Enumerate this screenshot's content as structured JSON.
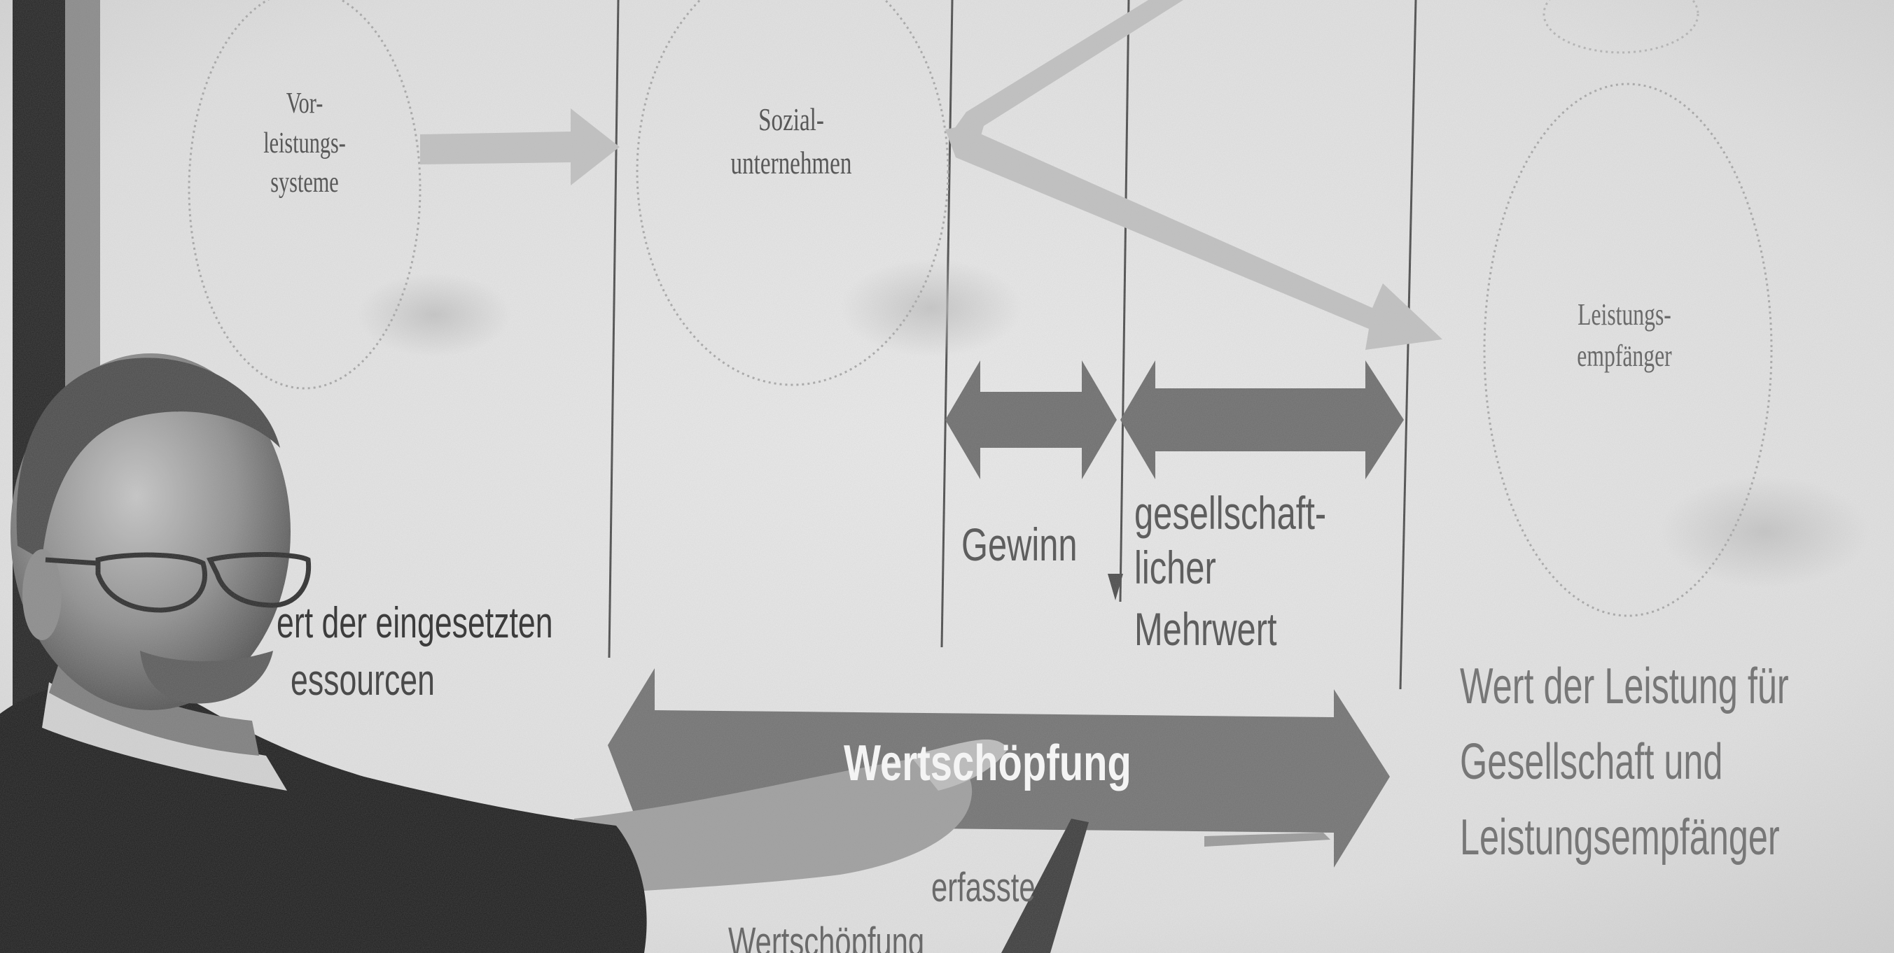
{
  "diagram": {
    "nodes": {
      "vorleistungs": [
        "Vor-",
        "leistungs-",
        "systeme"
      ],
      "sozial": [
        "Sozial-",
        "unternehmen"
      ],
      "leistungs": [
        "Leistungs-",
        "empfänger"
      ]
    },
    "labels": {
      "gewinn": "Gewinn",
      "gesellschaftlicher": [
        "gesellschaft-",
        "licher",
        "Mehrwert"
      ],
      "ressourcen": [
        "ert der eingesetzten",
        "essourcen"
      ],
      "wert_leistung": [
        "Wert der Leistung für",
        "Gesellschaft und",
        "Leistungsempfänger"
      ],
      "wertschoepfung": "Wertschöpfung",
      "erfasste": [
        "erfasste",
        "Wertschöpfung"
      ]
    }
  },
  "colors": {
    "screen": "#e6e6e6",
    "arrow_dark": "#6d6d6d",
    "arrow_light": "#c4c4c4",
    "banner": "#707070",
    "person_dark": "#1c1c1c"
  }
}
